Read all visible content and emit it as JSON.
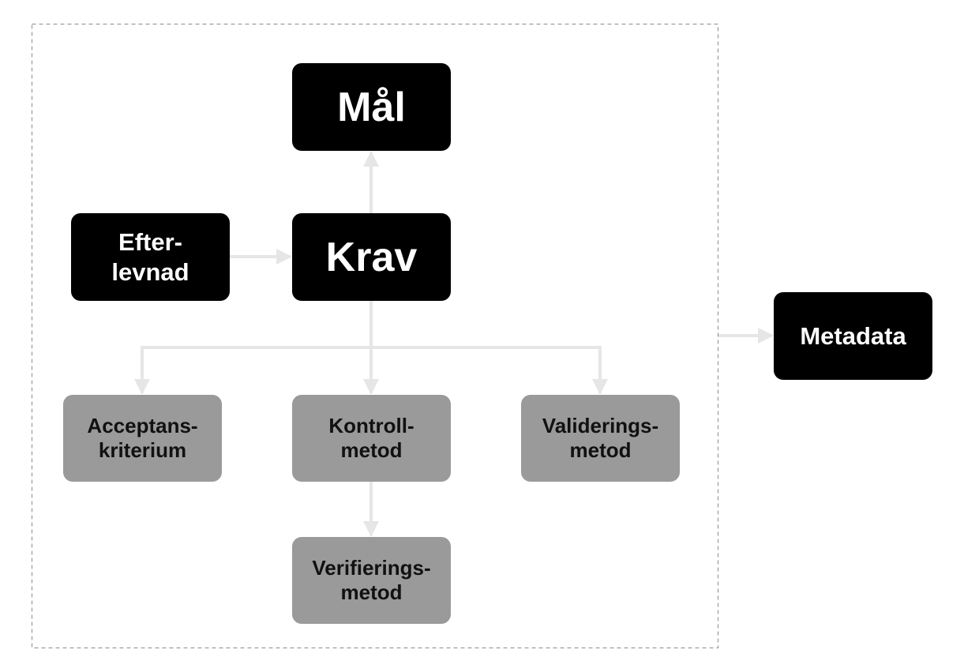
{
  "colors": {
    "primary_box": "#000000",
    "secondary_box": "#9a9a9a",
    "connector": "#e6e6e6",
    "frame": "#8c8c8c"
  },
  "nodes": {
    "mal": "Mål",
    "krav": "Krav",
    "efterlevnad": "Efter-\nlevnad",
    "metadata": "Metadata",
    "acceptanskriterium": "Acceptans-\nkriterium",
    "kontrollmetod": "Kontroll-\nmetod",
    "valideringsmetod": "Validerings-\nmetod",
    "verifieringsmetod": "Verifierings-\nmetod"
  }
}
